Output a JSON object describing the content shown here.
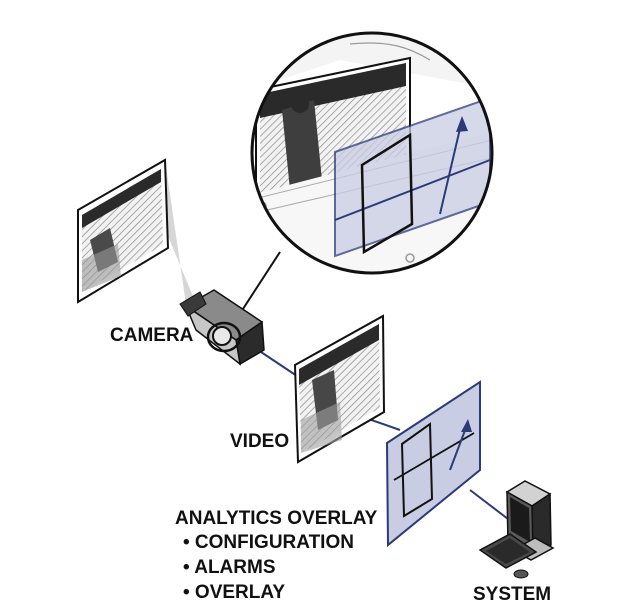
{
  "labels": {
    "camera": "CAMERA",
    "video": "VIDEO",
    "system": "SYSTEM",
    "analytics_title": "ANALYTICS OVERLAY",
    "analytics_items": [
      "• CONFIGURATION",
      "• ALARMS",
      "• OVERLAY"
    ]
  },
  "colors": {
    "link_line": "#2c3a78",
    "overlay_fill": "#c9cde3",
    "overlay_stroke": "#2c3a78",
    "frame_dark": "#151515"
  }
}
